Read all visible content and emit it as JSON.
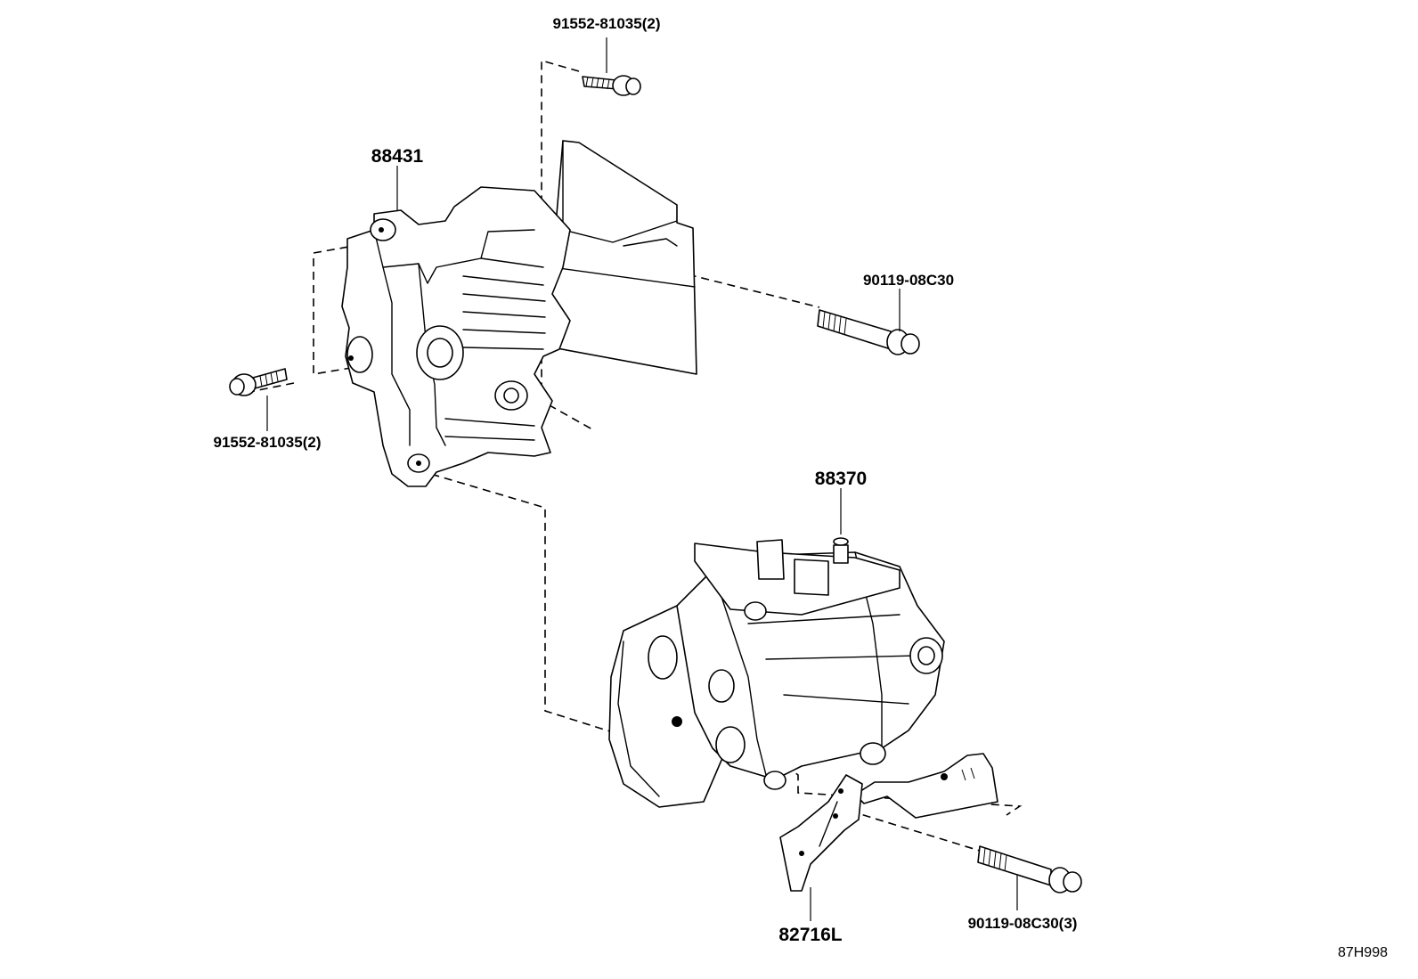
{
  "labels": {
    "bolt_top": "91552-81035(2)",
    "bracket": "88431",
    "bolt_right": "90119-08C30",
    "bolt_left": "91552-81035(2)",
    "compressor": "88370",
    "bolt_bottom": "90119-08C30(3)",
    "stay": "82716L",
    "figure_code": "87H998"
  }
}
